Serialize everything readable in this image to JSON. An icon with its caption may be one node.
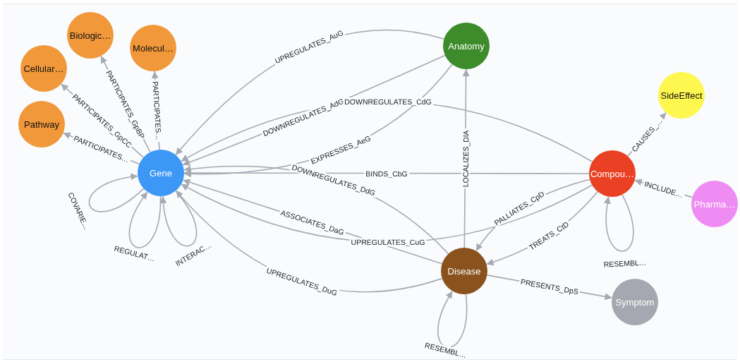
{
  "diagram": {
    "nodes": [
      {
        "text": [
          "Biologic…"
        ]
      },
      {
        "text": [
          "Molecul…"
        ]
      },
      {
        "text": [
          "Cellular…"
        ]
      },
      {
        "text": [
          "Pathway"
        ]
      },
      {
        "text": [
          "Gene"
        ]
      },
      {
        "text": [
          "Anatomy"
        ]
      },
      {
        "text": [
          "SideEffect"
        ]
      },
      {
        "text": [
          "Compou…"
        ]
      },
      {
        "text": [
          "Pharma…"
        ]
      },
      {
        "text": [
          "Disease"
        ]
      },
      {
        "text": [
          "Symptom"
        ]
      }
    ],
    "edges": [
      {
        "from": 4,
        "to": 0,
        "arrow": "to",
        "label": "PARTICIPATES_GpBP"
      },
      {
        "from": 4,
        "to": 1,
        "arrow": "to",
        "label": "PARTICIPATES…"
      },
      {
        "from": 4,
        "to": 2,
        "arrow": "to",
        "label": "PARTICIPATES_GpCC"
      },
      {
        "from": 4,
        "to": 3,
        "arrow": "to",
        "label": "PARTICIPATES…"
      },
      {
        "from": 4,
        "to": 4,
        "arrow": "to",
        "label": "COVARIE…"
      },
      {
        "from": 4,
        "to": 4,
        "arrow": "to",
        "label": "REGULAT…"
      },
      {
        "from": 4,
        "to": 4,
        "arrow": "to",
        "label": "INTERAC…"
      },
      {
        "from": 5,
        "to": 4,
        "arrow": "to",
        "label": "UPREGULATES_AuG"
      },
      {
        "from": 5,
        "to": 4,
        "arrow": "to",
        "label": "DOWNREGULATES_AdG"
      },
      {
        "from": 5,
        "to": 4,
        "arrow": "to",
        "label": "EXPRESSES_AeG"
      },
      {
        "from": 7,
        "to": 4,
        "arrow": "to",
        "label": "DOWNREGULATES_CdG"
      },
      {
        "from": 7,
        "to": 4,
        "arrow": "to",
        "label": "BINDS_CbG"
      },
      {
        "from": 7,
        "to": 4,
        "arrow": "to",
        "label": "UPREGULATES_CuG"
      },
      {
        "from": 9,
        "to": 4,
        "arrow": "to",
        "label": "DOWNREGULATES_DdG"
      },
      {
        "from": 9,
        "to": 4,
        "arrow": "to",
        "label": "ASSOCIATES_DaG"
      },
      {
        "from": 9,
        "to": 4,
        "arrow": "to",
        "label": "UPREGULATES_DuG"
      },
      {
        "from": 9,
        "to": 5,
        "arrow": "to",
        "label": "LOCALIZES_DlA"
      },
      {
        "from": 7,
        "to": 6,
        "arrow": "to",
        "label": "CAUSES_…"
      },
      {
        "from": 8,
        "to": 7,
        "arrow": "to",
        "label": "INCLUDE…"
      },
      {
        "from": 7,
        "to": 7,
        "arrow": "to",
        "label": "RESEMBL…"
      },
      {
        "from": 7,
        "to": 9,
        "arrow": "to",
        "label": "PALLIATES_CpD"
      },
      {
        "from": 7,
        "to": 9,
        "arrow": "to",
        "label": "TREATS_CtD"
      },
      {
        "from": 9,
        "to": 10,
        "arrow": "to",
        "label": "PRESENTS_DpS"
      },
      {
        "from": 9,
        "to": 9,
        "arrow": "to",
        "label": "RESEMBL…"
      }
    ]
  }
}
